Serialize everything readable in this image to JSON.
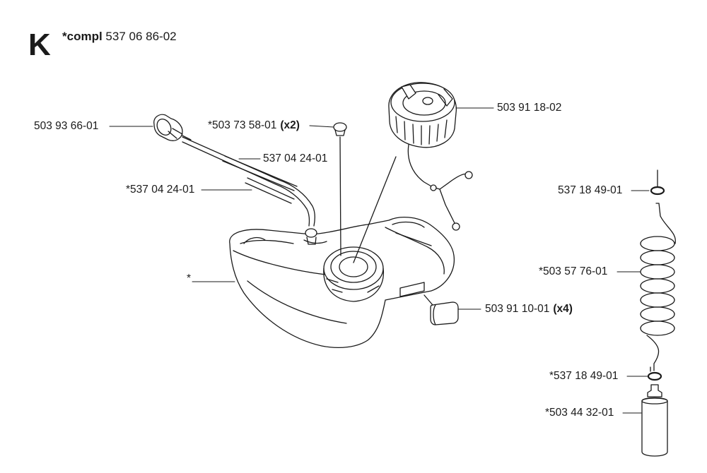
{
  "header": {
    "section_letter": "K",
    "assembly_label": "*compl",
    "assembly_number": "537 06 86-02"
  },
  "parts": [
    {
      "id": "p1",
      "number": "503 93 66-01",
      "qty": ""
    },
    {
      "id": "p2",
      "number": "*503 73 58-01",
      "qty": "(x2)"
    },
    {
      "id": "p3",
      "number": "537 04 24-01",
      "qty": ""
    },
    {
      "id": "p4",
      "number": "*537 04 24-01",
      "qty": ""
    },
    {
      "id": "p5",
      "number": "*",
      "qty": ""
    },
    {
      "id": "p6",
      "number": "503 91 18-02",
      "qty": ""
    },
    {
      "id": "p7",
      "number": "503 91 10-01",
      "qty": "(x4)"
    },
    {
      "id": "p8",
      "number": "537 18 49-01",
      "qty": ""
    },
    {
      "id": "p9",
      "number": "*503 57 76-01",
      "qty": ""
    },
    {
      "id": "p10",
      "number": "*537 18 49-01",
      "qty": ""
    },
    {
      "id": "p11",
      "number": "*503 44 32-01",
      "qty": ""
    }
  ],
  "colors": {
    "line": "#1a1a1a",
    "fill": "#ffffff",
    "shade": "#e6e6e6"
  }
}
